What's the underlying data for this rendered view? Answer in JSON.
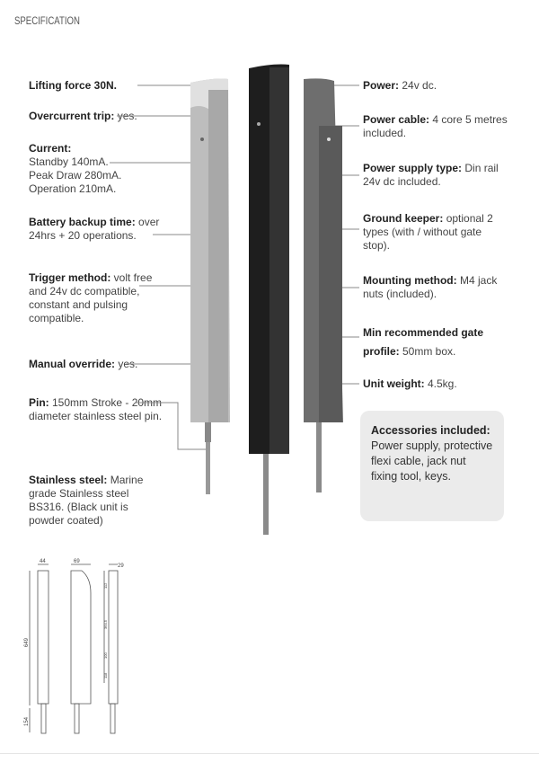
{
  "header": {
    "title": "SPECIFICATION"
  },
  "left_specs": [
    {
      "label": "Lifting force 30N.",
      "value": ""
    },
    {
      "label": "Overcurrent trip:",
      "value": " yes."
    },
    {
      "label": "Current:",
      "lines": [
        "Standby 140mA.",
        "Peak Draw 280mA.",
        "Operation 210mA."
      ]
    },
    {
      "label": "Battery backup time:",
      "value": " over 24hrs + 20 operations."
    },
    {
      "label": "Trigger method:",
      "value": " volt free and 24v dc compatible, constant and pulsing compatible."
    },
    {
      "label": "Manual override:",
      "value": " yes."
    },
    {
      "label": "Pin:",
      "value": " 150mm Stroke - 20mm diameter stainless steel pin."
    },
    {
      "label": "Stainless steel:",
      "value": " Marine grade Stainless steel BS316. (Black unit is powder coated)"
    }
  ],
  "right_specs": [
    {
      "label": "Power:",
      "value": " 24v dc."
    },
    {
      "label": "Power cable:",
      "value": " 4 core 5 metres included."
    },
    {
      "label": "Power supply type:",
      "value": " Din rail 24v dc included."
    },
    {
      "label": "Ground keeper:",
      "value": " optional 2 types (with / without gate stop)."
    },
    {
      "label": "Mounting method:",
      "value": " M4 jack nuts (included)."
    },
    {
      "label": "Min recommended gate profile:",
      "value": " 50mm box."
    },
    {
      "label": "Unit weight:",
      "value": " 4.5kg."
    }
  ],
  "accessories": {
    "label": "Accessories included:",
    "value": "Power supply, protective flexi cable, jack nut fixing tool, keys."
  },
  "drawing": {
    "dims": [
      "44",
      "69",
      "29",
      "649",
      "154",
      "112",
      "364.5",
      "100",
      "118"
    ]
  },
  "colors": {
    "silver": "#c9c9c9",
    "black": "#1e1e1e",
    "grey": "#6e6e6e",
    "accessory_bg": "#ebebeb"
  }
}
